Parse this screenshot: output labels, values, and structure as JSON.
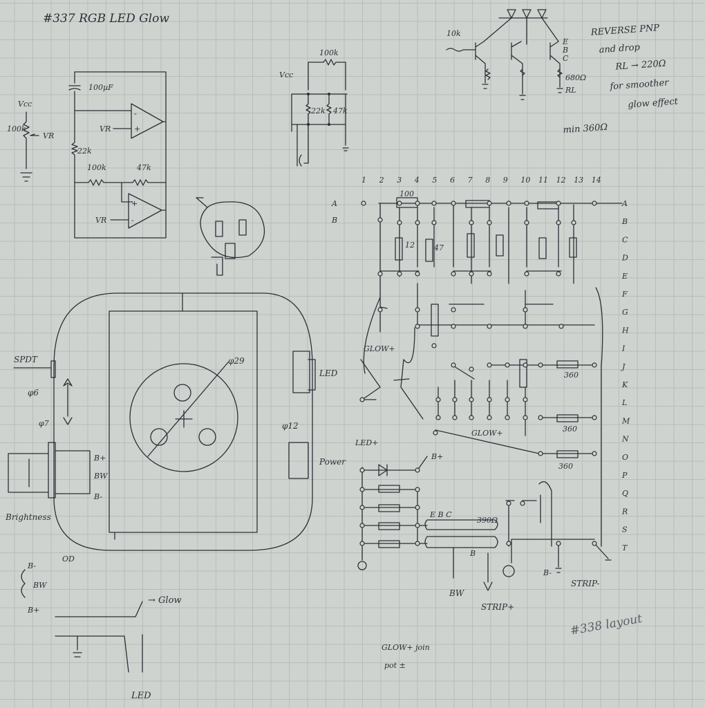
{
  "title": "#337 RGB LED Glow",
  "next_ref": "#338 layout",
  "top_left_circuit": {
    "labels": {
      "vcc": "Vcc",
      "pot": "100k",
      "vr": "VR",
      "cap": "100µF",
      "vr_in": "VR",
      "r1": "22k",
      "r2": "100k",
      "r3": "47k",
      "vr_in2": "VR"
    }
  },
  "top_mid_circuit": {
    "labels": {
      "vcc": "Vcc",
      "r_top": "100k",
      "r_a": "22k",
      "r_b": "47k"
    }
  },
  "top_right_circuit": {
    "labels": {
      "rb": "10k",
      "rc": "680Ω",
      "rl": "RL",
      "e": "E",
      "b": "B",
      "c": "C"
    }
  },
  "notes": {
    "line1": "REVERSE PNP",
    "line2": "and drop",
    "line3": "RL → 220Ω",
    "line4": "for smoother",
    "line5": "glow effect",
    "line6": "min 360Ω"
  },
  "enclosure": {
    "spdt": "SPDT",
    "d6": "φ6",
    "d7": "φ7",
    "d29": "φ29",
    "d12": "φ12",
    "led": "LED",
    "power": "Power",
    "bplus": "B+",
    "bw": "BW",
    "bminus": "B-",
    "brightness": "Brightness",
    "od": "OD"
  },
  "stripboard": {
    "columns": [
      "1",
      "2",
      "3",
      "4",
      "5",
      "6",
      "7",
      "8",
      "9",
      "10",
      "11",
      "12",
      "13",
      "14"
    ],
    "rows": [
      "A",
      "B",
      "C",
      "D",
      "E",
      "F",
      "G",
      "H",
      "I",
      "J",
      "K",
      "L",
      "M",
      "N",
      "O",
      "P",
      "Q",
      "R",
      "S",
      "T"
    ],
    "labels": {
      "r100": "100",
      "r12": "12",
      "r47": "47",
      "glow_plus": "GLOW+",
      "glow_plus2": "GLOW+",
      "r360a": "360",
      "r360b": "360",
      "r360c": "360",
      "led_plus": "LED+",
      "bplus": "B+",
      "bw": "BW",
      "strip_plus": "STRIP+",
      "strip_minus": "STRIP-",
      "bminus": "B-",
      "ebc": "E  B  C",
      "r390": "390Ω",
      "b_label": "B"
    }
  },
  "bottom_wiring": {
    "bminus": "B-",
    "bw": "BW",
    "bplus": "B+",
    "glow": "→ Glow",
    "led": "LED"
  },
  "footnote": {
    "line1": "GLOW+ join",
    "line2": "pot ±"
  }
}
